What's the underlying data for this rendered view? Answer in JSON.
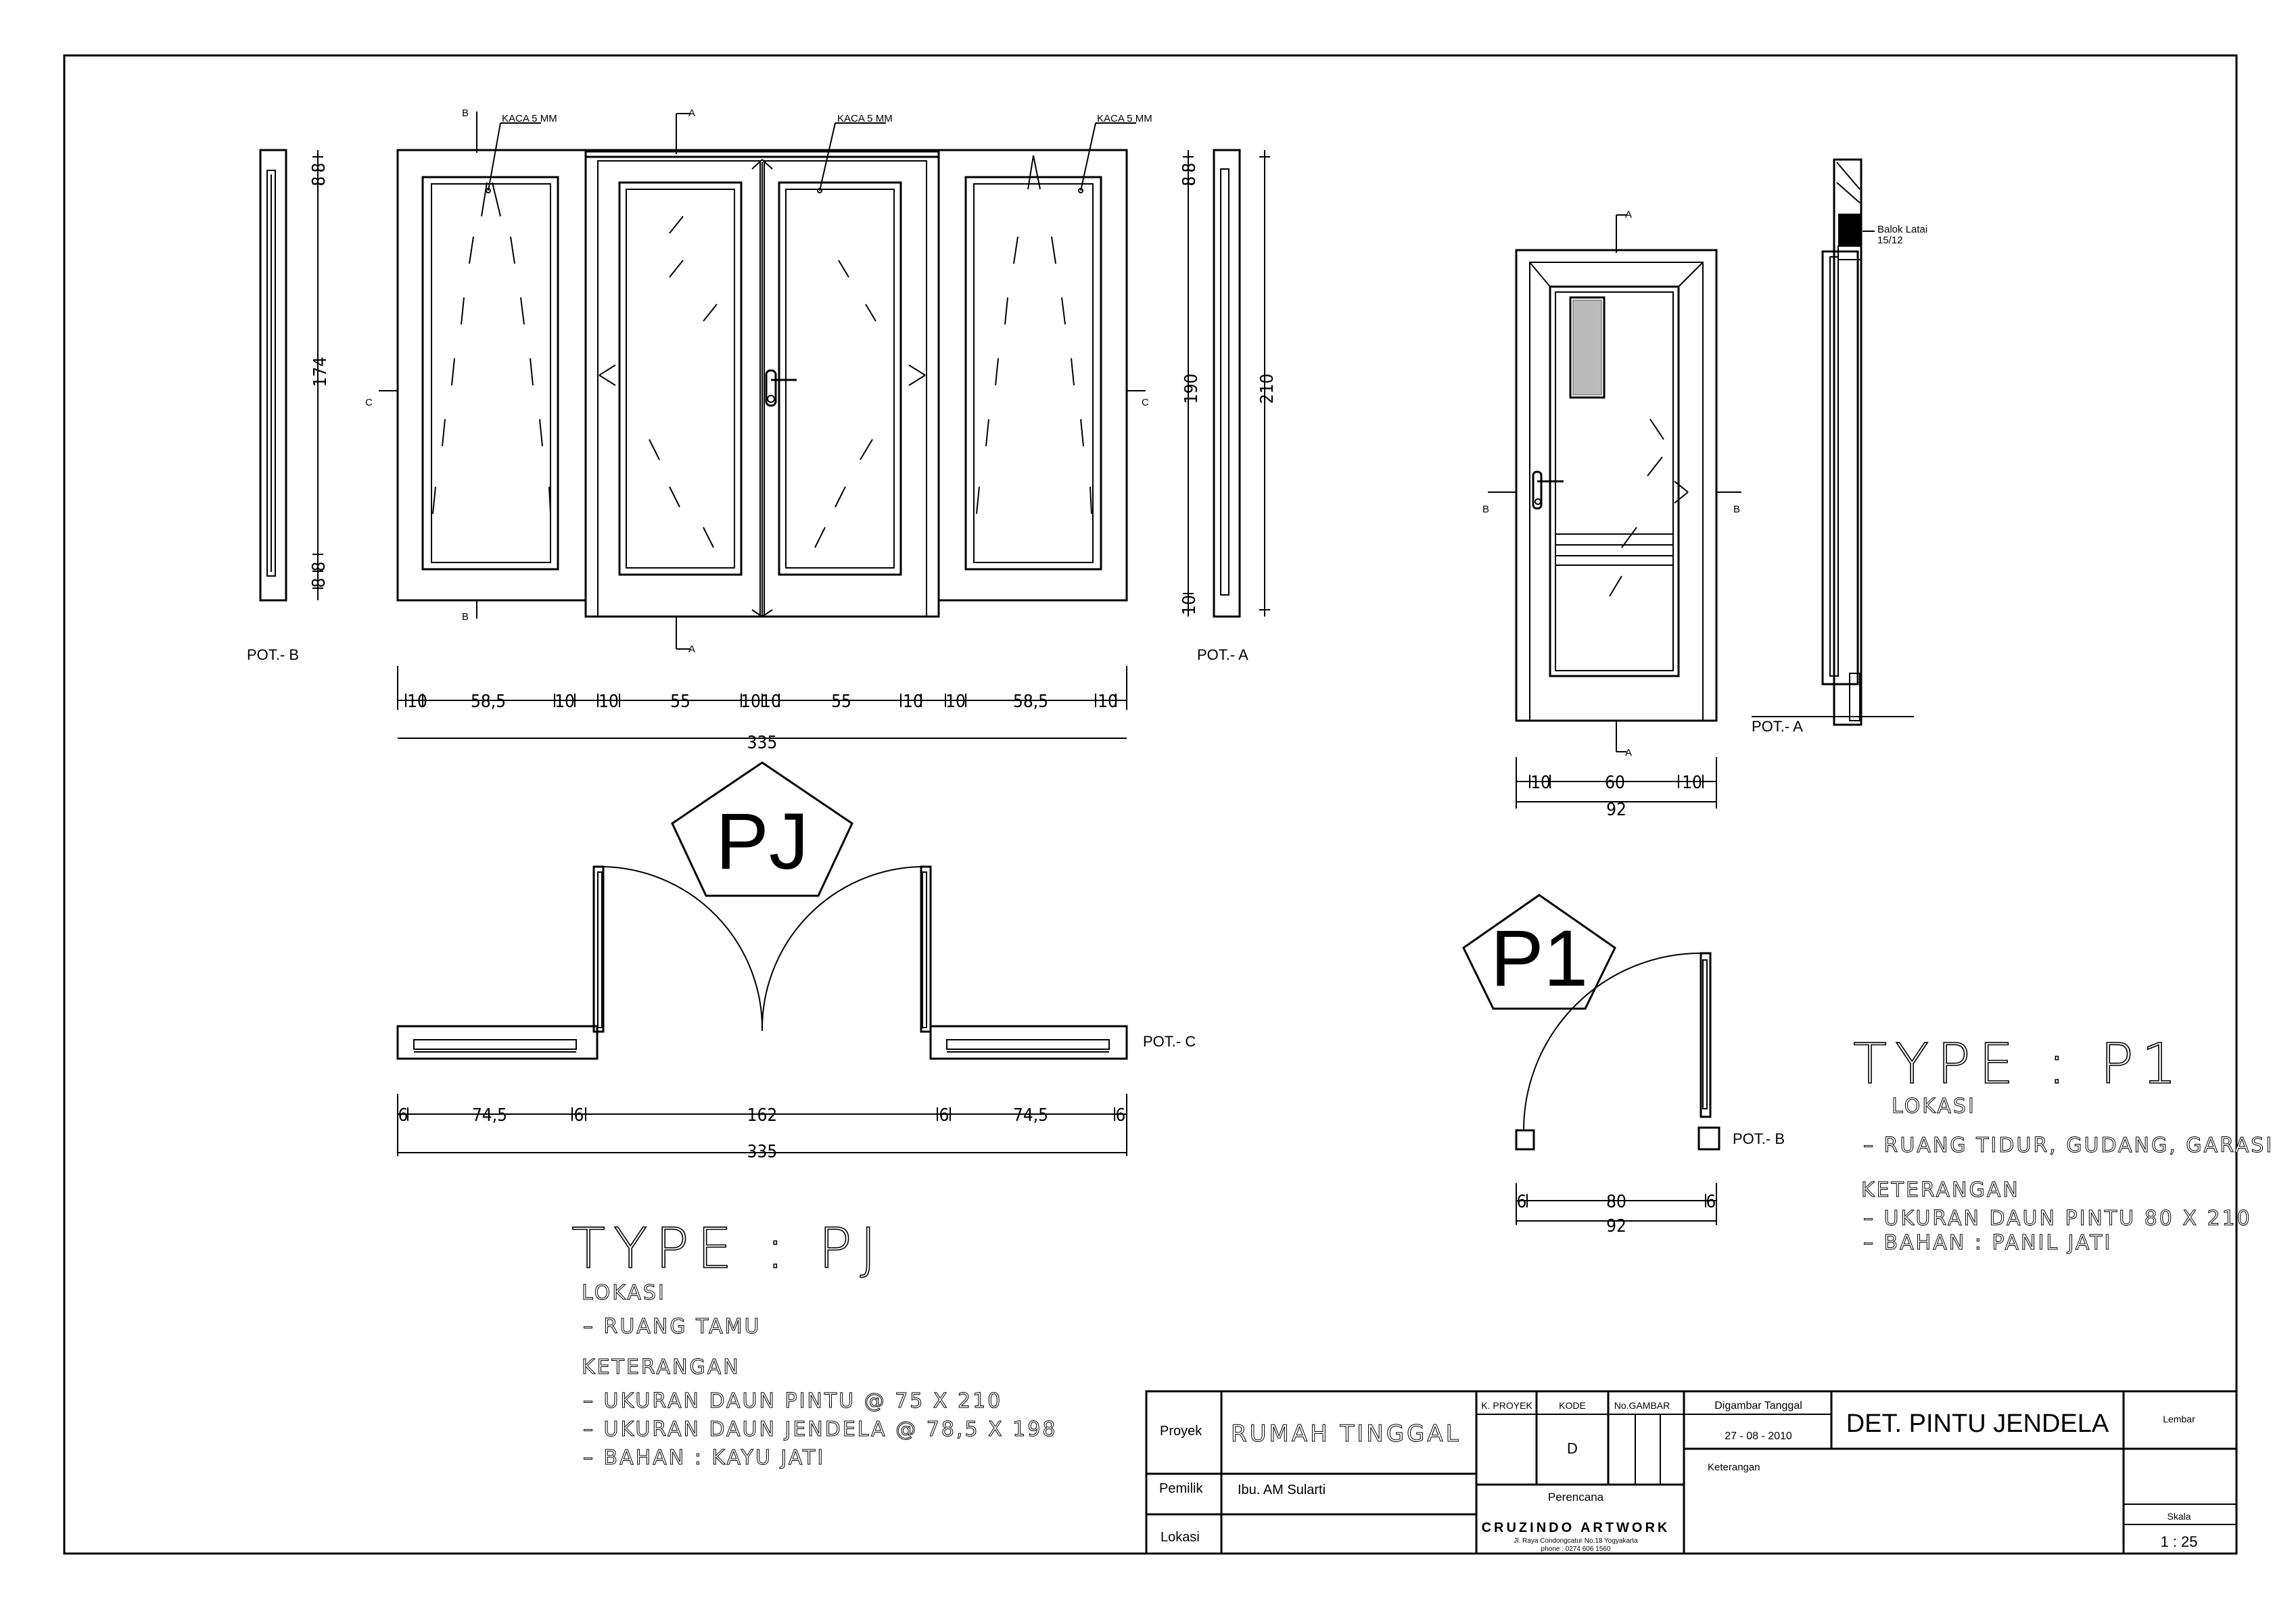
{
  "pj": {
    "badge": "PJ",
    "kaca_labels": [
      "KACA 5 MM",
      "KACA 5 MM",
      "KACA 5 MM"
    ],
    "cut_marks": {
      "a": "A",
      "b": "B",
      "c": "C"
    },
    "pot_b": "POT.- B",
    "pot_a": "POT.- A",
    "pot_c": "POT.- C",
    "left_dims": [
      "8",
      "8",
      "174",
      "8",
      "8"
    ],
    "right_dims": [
      "8",
      "8",
      "190",
      "10"
    ],
    "overall_height": "210",
    "width_dims": [
      "10",
      "58,5",
      "10",
      "10",
      "55",
      "10",
      "10",
      "55",
      "10",
      "10",
      "58,5",
      "10"
    ],
    "total_width": "335",
    "plan_dims": [
      "6",
      "74,5",
      "6",
      "162",
      "6",
      "74,5",
      "6"
    ],
    "plan_total": "335",
    "type_title": "TYPE : PJ",
    "lokasi_label": "LOKASI",
    "lokasi_items": [
      "– RUANG TAMU"
    ],
    "keterangan_label": "KETERANGAN",
    "keterangan_items": [
      "– UKURAN DAUN PINTU @ 75 X 210",
      "– UKURAN DAUN JENDELA @ 78,5 X 198",
      "– BAHAN : KAYU JATI"
    ]
  },
  "p1": {
    "badge": "P1",
    "cut_marks": {
      "a": "A",
      "b": "B"
    },
    "balok_label": "Balok Latai",
    "balok_size": "15/12",
    "pot_a": "POT.- A",
    "pot_b": "POT.- B",
    "width_dims": [
      "10",
      "60",
      "10"
    ],
    "total_width": "92",
    "plan_dims": [
      "6",
      "80",
      "6"
    ],
    "plan_total": "92",
    "type_title": "TYPE : P1",
    "lokasi_label": "LOKASI",
    "lokasi_items": [
      "– RUANG TIDUR, GUDANG, GARASI"
    ],
    "keterangan_label": "KETERANGAN",
    "keterangan_items": [
      "– UKURAN DAUN PINTU 80 X 210",
      "– BAHAN : PANIL JATI"
    ]
  },
  "title_block": {
    "proyek_label": "Proyek",
    "proyek_value": "RUMAH TINGGAL",
    "pemilik_label": "Pemilik",
    "pemilik_value": "Ibu. AM Sularti",
    "lokasi_label": "Lokasi",
    "k_proyek_label": "K. PROYEK",
    "kode_label": "KODE",
    "kode_value": "D",
    "no_gambar_label": "No.GAMBAR",
    "digambar_label": "Digambar Tanggal",
    "digambar_value": "27 - 08 - 2010",
    "keterangan_label": "Keterangan",
    "perencana_label": "Perencana",
    "firm_name": "CRUZINDO ARTWORK",
    "firm_address": "Jl. Raya Condongcatur No.18 Yogyakarta",
    "firm_phone": "phone : 0274 606 1560",
    "drawing_title": "DET. PINTU JENDELA",
    "lembar_label": "Lembar",
    "skala_label": "Skala",
    "skala_value": "1 : 25"
  }
}
